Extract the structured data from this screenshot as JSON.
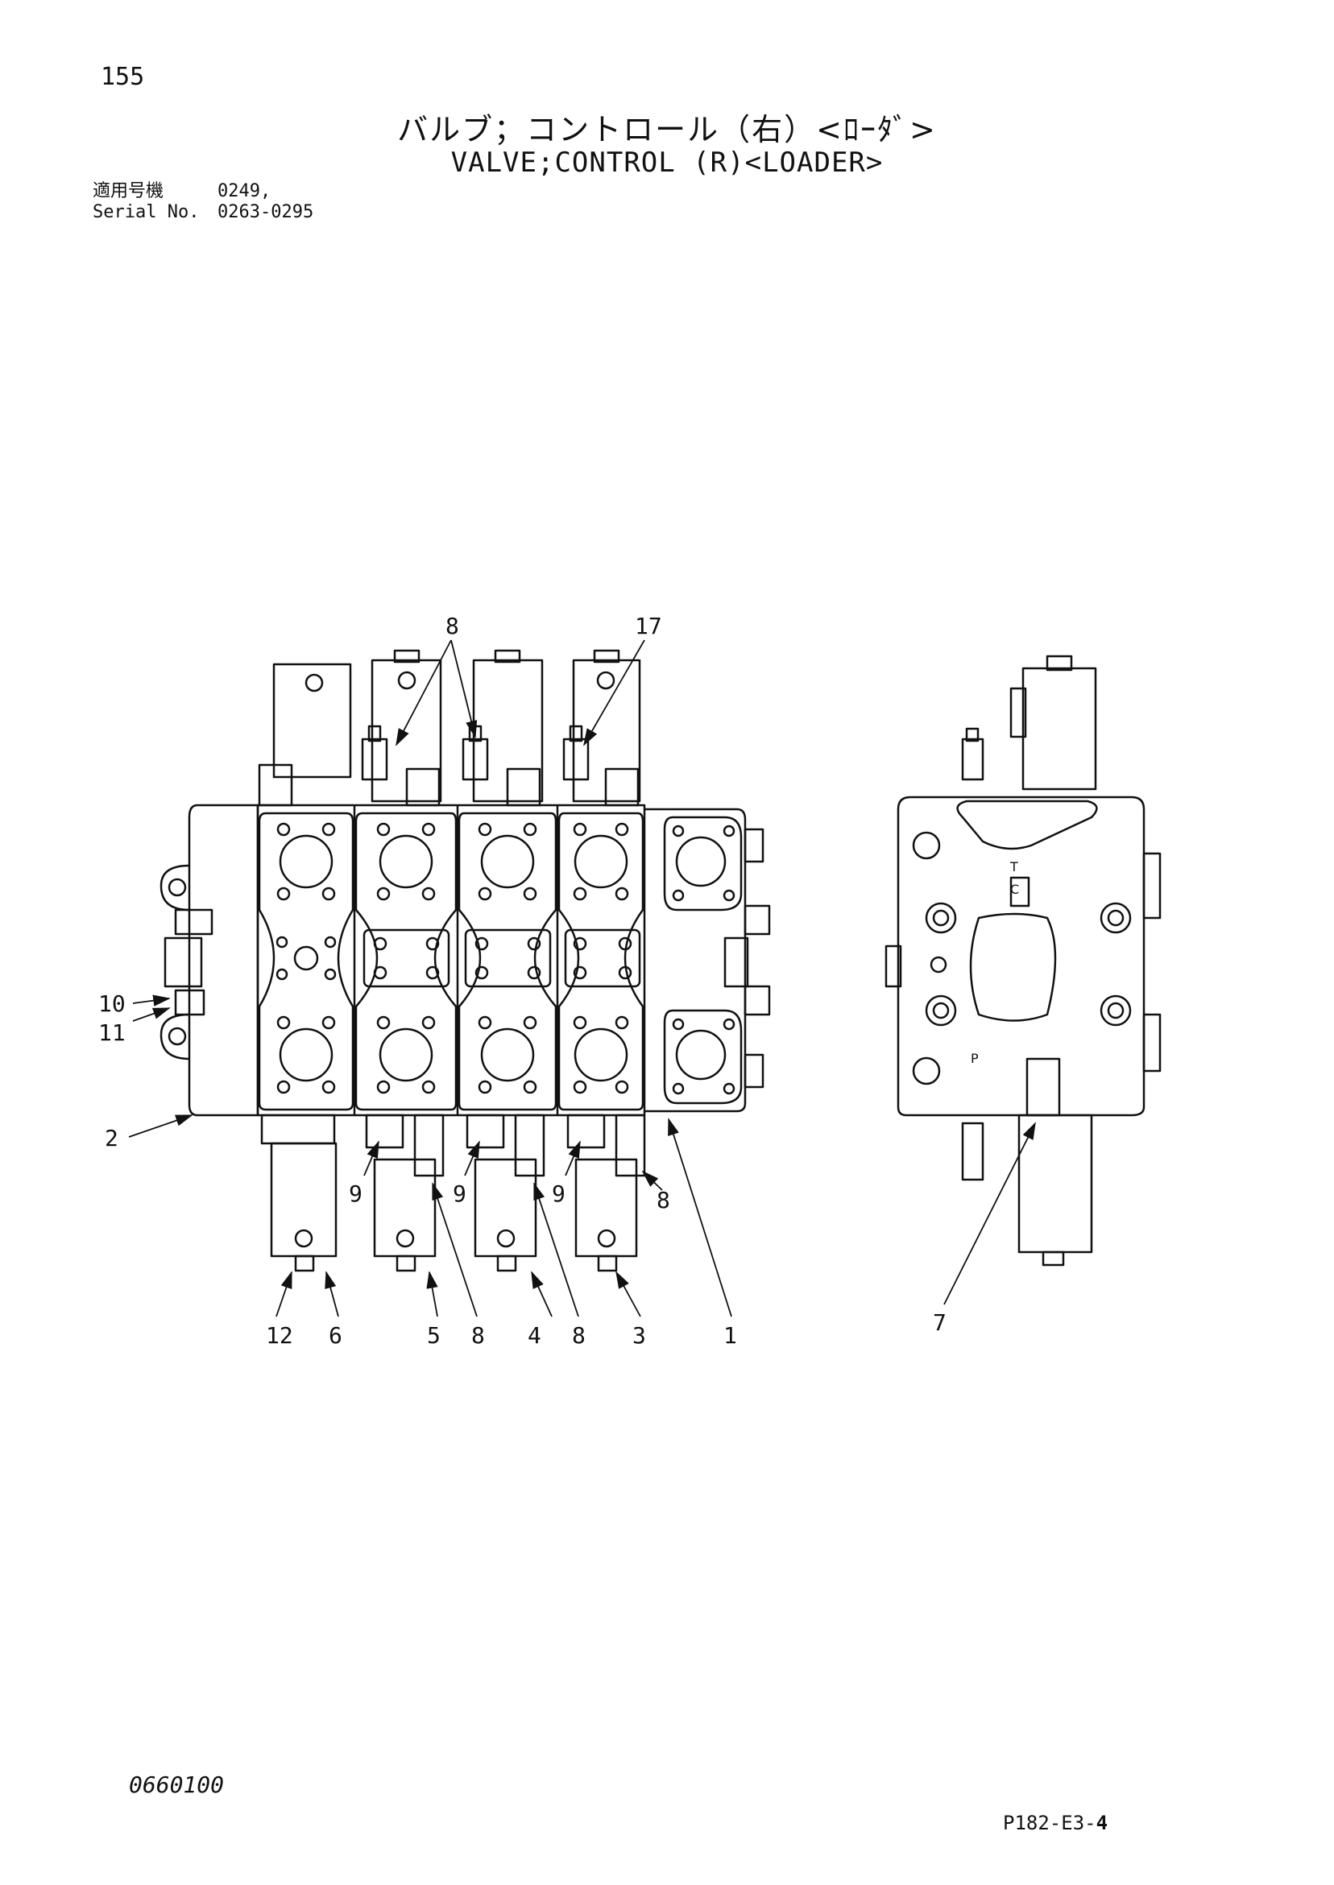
{
  "header": {
    "page_number": "155",
    "title_jp": "バルブ；コントロール（右）<ﾛｰﾀﾞ>",
    "title_en": "VALVE;CONTROL (R)<LOADER>",
    "serial_label_jp": "適用号機",
    "serial_value_1": "0249,",
    "serial_label_en": "Serial No.",
    "serial_value_2": "0263-0295"
  },
  "callouts": {
    "c1": "1",
    "c2": "2",
    "c3": "3",
    "c4": "4",
    "c5": "5",
    "c6": "6",
    "c7": "7",
    "c8a": "8",
    "c8b": "8",
    "c8c": "8",
    "c8d": "8",
    "c9a": "9",
    "c9b": "9",
    "c9c": "9",
    "c10": "10",
    "c11": "11",
    "c12": "12",
    "c17": "17"
  },
  "side_view_labels": {
    "t": "T",
    "c": "C",
    "p": "P"
  },
  "footer": {
    "doc_code": "0660100",
    "page_ref_main": "P182-E3-",
    "page_ref_bold": "4"
  }
}
